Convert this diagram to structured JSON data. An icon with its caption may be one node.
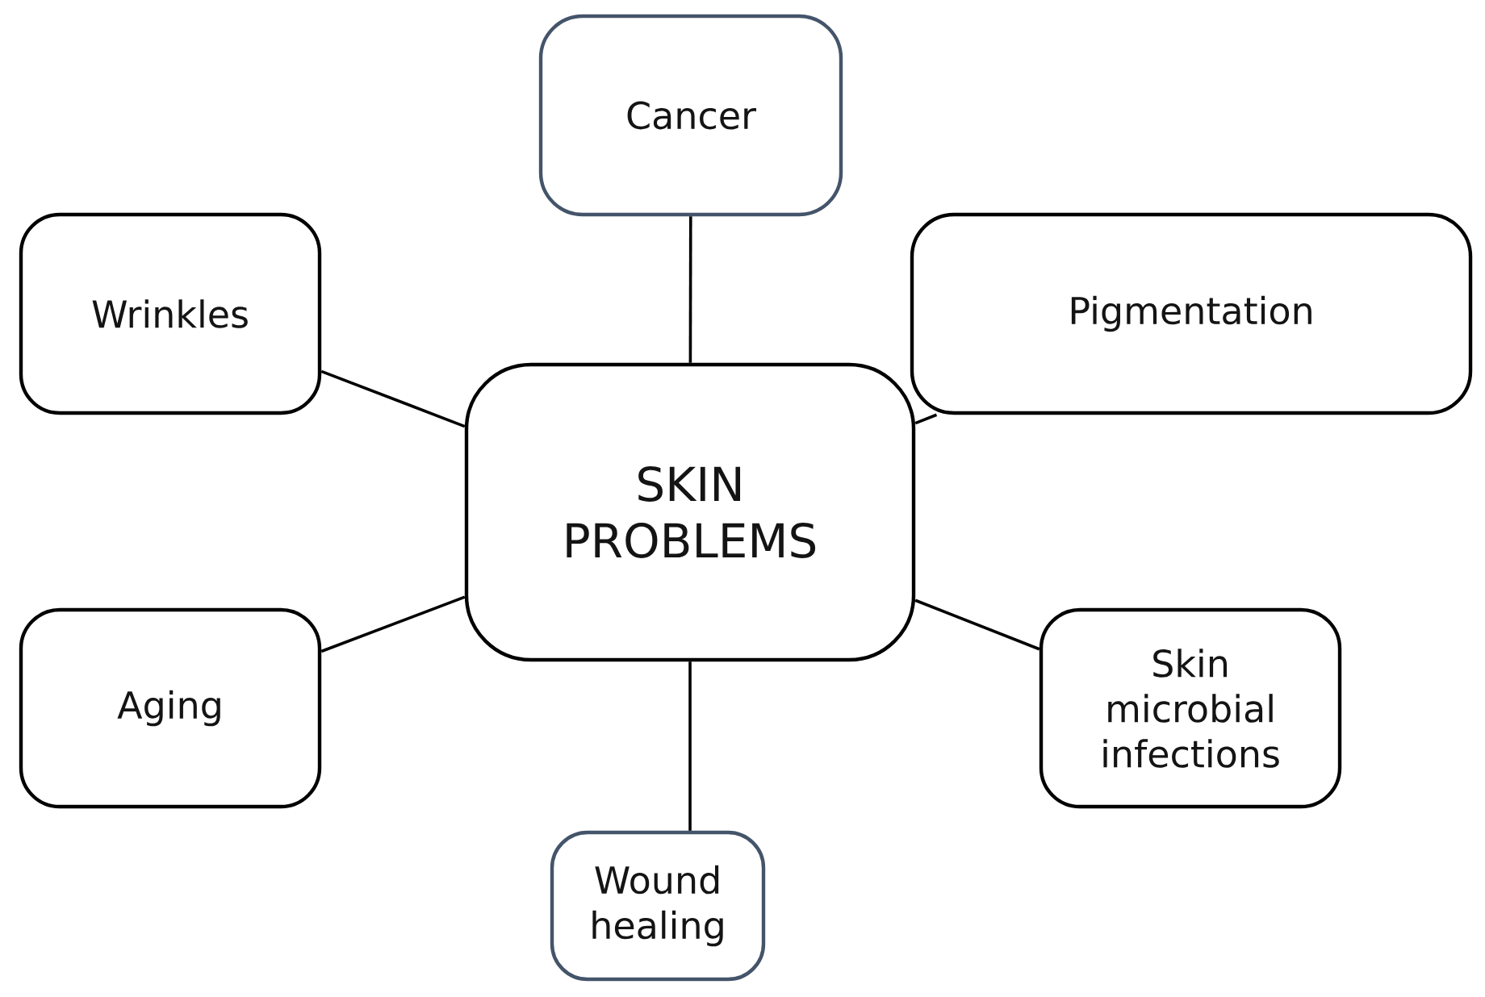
{
  "diagram": {
    "nodes": [
      {
        "text": [
          "SKIN PROBLEMS"
        ]
      },
      {
        "text": [
          "Cancer"
        ]
      },
      {
        "text": [
          "Wrinkles"
        ]
      },
      {
        "text": [
          "Pigmentation"
        ]
      },
      {
        "text": [
          "Aging"
        ]
      },
      {
        "text": [
          "Skin microbial infections"
        ]
      },
      {
        "text": [
          "Wound healing"
        ]
      }
    ],
    "edges": [
      {
        "from": 0,
        "to": 1,
        "arrow": "none"
      },
      {
        "from": 0,
        "to": 2,
        "arrow": "none"
      },
      {
        "from": 0,
        "to": 3,
        "arrow": "none"
      },
      {
        "from": 0,
        "to": 4,
        "arrow": "none"
      },
      {
        "from": 0,
        "to": 5,
        "arrow": "none"
      },
      {
        "from": 0,
        "to": 6,
        "arrow": "none"
      }
    ]
  }
}
